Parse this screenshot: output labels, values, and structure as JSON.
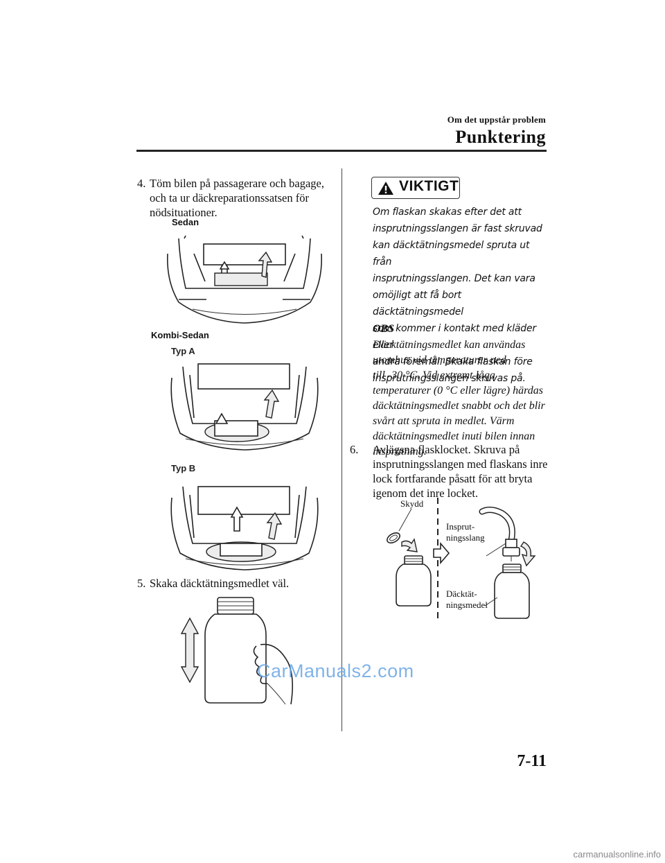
{
  "header": {
    "section": "Om det uppstår problem",
    "title": "Punktering"
  },
  "left": {
    "step4": {
      "num": "4.",
      "lines": [
        "Töm bilen på passagerare och bagage,",
        "och ta ur däckreparationssatsen för",
        "nödsituationer."
      ]
    },
    "fig_sedan": "Sedan",
    "fig_kombi": "Kombi-Sedan",
    "fig_typ_a": "Typ A",
    "fig_typ_b": "Typ B",
    "step5": {
      "num": "5.",
      "text": "Skaka däcktätningsmedlet väl."
    }
  },
  "right": {
    "warning_title": "VIKTIGT",
    "warning_lines": [
      "Om flaskan skakas efter det att",
      "insprutningsslangen är fast skruvad",
      "kan däcktätningsmedel spruta ut från",
      "insprutningsslangen. Det kan vara",
      "omöjligt att få bort däcktätningsmedel",
      "som kommer i kontakt med kläder eller",
      "andra föremål. Skaka flaskan före",
      "insprutningsslangen skruvas på."
    ],
    "obs_title": "OBS",
    "obs_lines": [
      "Däcktätningsmedlet kan användas",
      "utomhus vid temperaturer ned",
      "till -30 °C. Vid extremt låga",
      "temperaturer (0 °C eller lägre) härdas",
      "däcktätningsmedlet snabbt och det blir",
      "svårt att spruta in medlet. Värm",
      "däcktätningsmedlet inuti bilen innan",
      "insprutning."
    ],
    "step6": {
      "num": "6.",
      "lines": [
        "Avlägsna flasklocket. Skruva på",
        "insprutningsslangen med flaskans inre",
        "lock fortfarande påsatt för att bryta",
        "igenom det inre locket."
      ]
    },
    "callouts": {
      "skydd": "Skydd",
      "hose_1": "Insprut-",
      "hose_2": "ningsslang",
      "sealant_1": "Däcktät-",
      "sealant_2": "ningsmedel"
    }
  },
  "watermark": "CarManuals2.com",
  "page_number": "7-11",
  "footer_watermark": "carmanualsonline.info"
}
